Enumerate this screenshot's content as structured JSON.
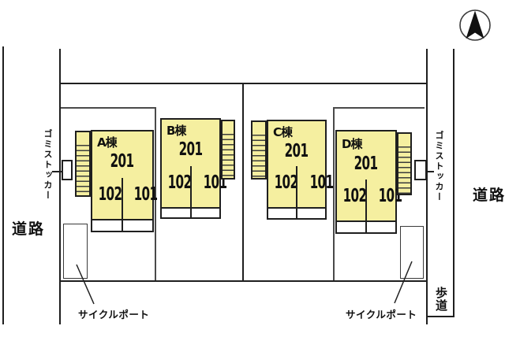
{
  "colors": {
    "background": "#ffffff",
    "line": "#1f1f1f",
    "thin_line": "#4a4a4a",
    "building_fill": "#f5efa0",
    "text": "#101010"
  },
  "buildings": [
    {
      "id": "A",
      "name": "A棟",
      "upper_room": "201",
      "lower_rooms": [
        "102",
        "101"
      ]
    },
    {
      "id": "B",
      "name": "B棟",
      "upper_room": "201",
      "lower_rooms": [
        "102",
        "101"
      ]
    },
    {
      "id": "C",
      "name": "C棟",
      "upper_room": "201",
      "lower_rooms": [
        "102",
        "101"
      ]
    },
    {
      "id": "D",
      "name": "D棟",
      "upper_room": "201",
      "lower_rooms": [
        "102",
        "101"
      ]
    }
  ],
  "labels": {
    "garbage_stocker_left": "ゴミストッカー",
    "garbage_stocker_right": "ゴミストッカー",
    "road_left": "道路",
    "road_right": "道路",
    "sidewalk_right": "歩道",
    "cycle_port_left": "サイクルポート",
    "cycle_port_right": "サイクルポート"
  },
  "icons": {
    "north_arrow": "north-compass-arrow"
  }
}
